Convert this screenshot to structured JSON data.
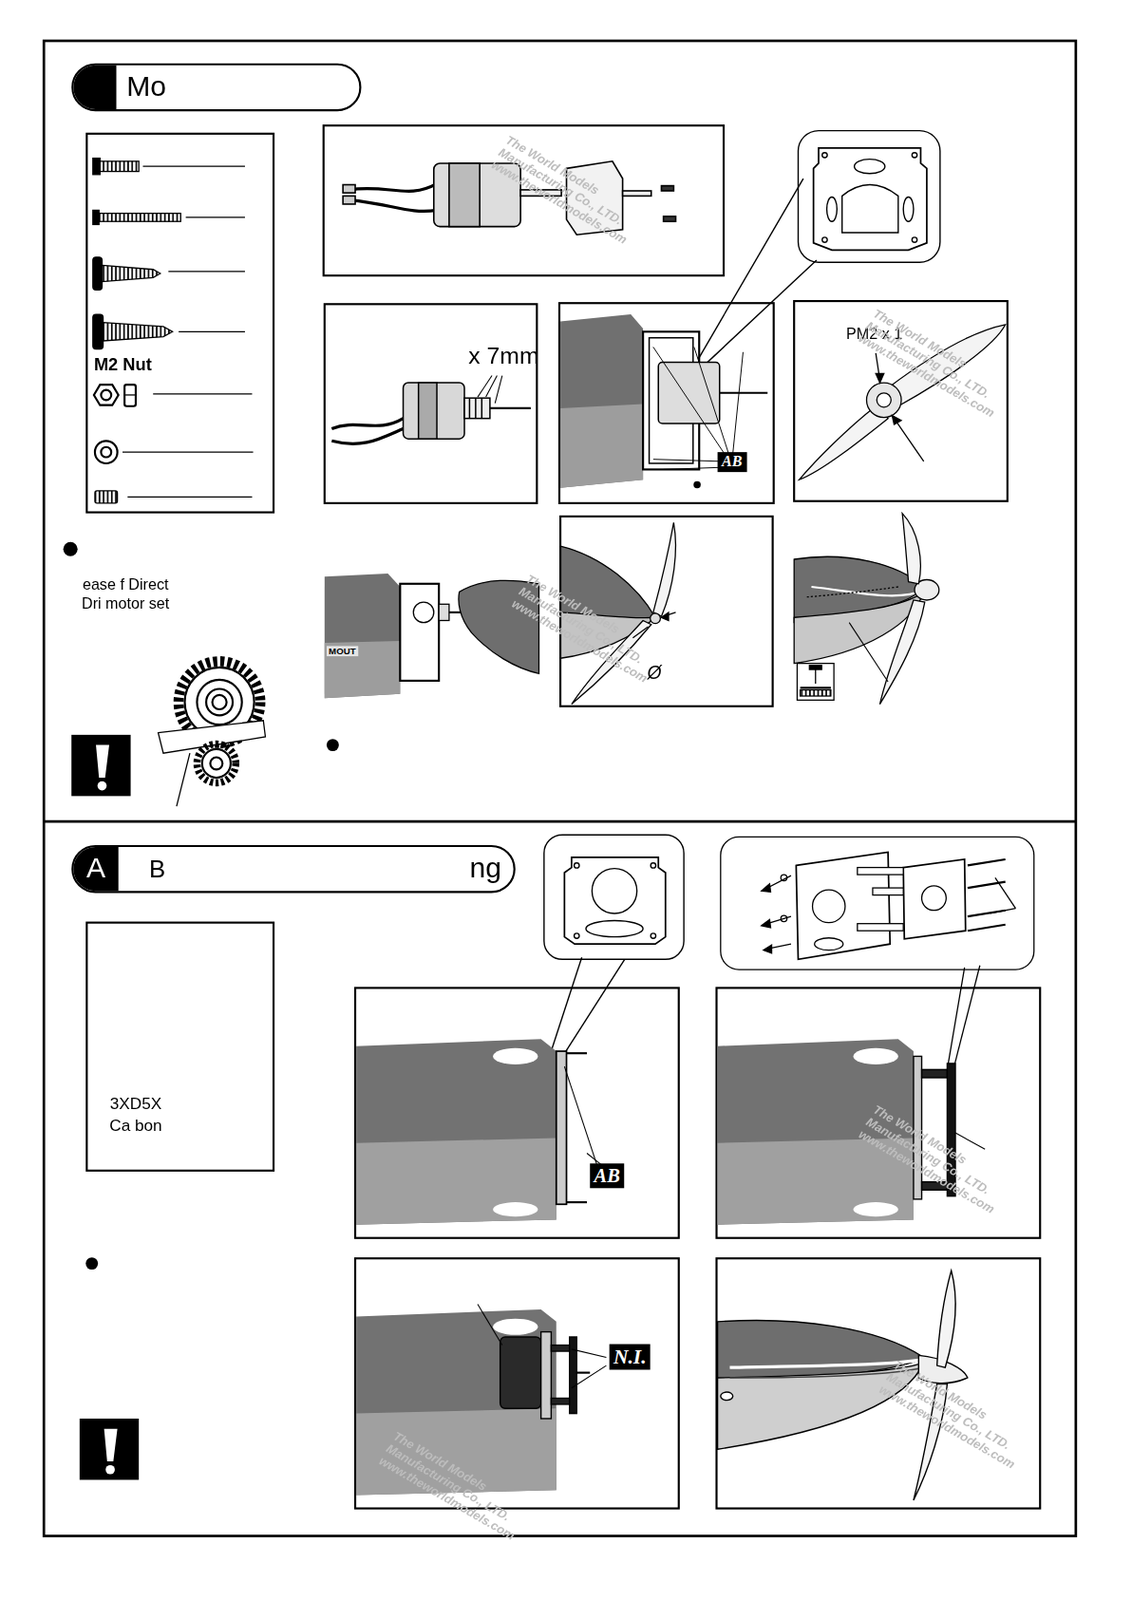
{
  "diagram": {
    "nodes": [
      {
        "text": [
          "Mo"
        ]
      },
      {
        "text": [
          "M2 Nut"
        ]
      },
      {
        "text": [
          "x 7mm"
        ]
      },
      {
        "text": [
          "AB"
        ]
      },
      {
        "text": [
          "PM2 x 1"
        ]
      },
      {
        "text": [
          "Ø"
        ]
      },
      {
        "text": [
          "A",
          "B",
          "ng"
        ]
      },
      {
        "text": [
          "3XD5X Ca bon"
        ]
      },
      {
        "text": [
          "AB"
        ]
      },
      {
        "text": [
          "N.I."
        ]
      }
    ],
    "labels": [
      "ease f Direct Dri motor set",
      "MOUT",
      "The World Models Manufacturing Co., LTD. www.theworldmodels.com",
      "The World Models Manufacturing Co., LTD. www.theworldmodels.com",
      "The World Models Manufacturing Co., LTD. www.theworldmodels.com",
      "The World Models Manufacturing Co., LTD. www.theworldmodels.com",
      "The World Models Manufacturing Co., LTD. www.theworldmodels.com",
      "The World Models Manufacturing Co., LTD. www.theworldmodels.com"
    ]
  }
}
